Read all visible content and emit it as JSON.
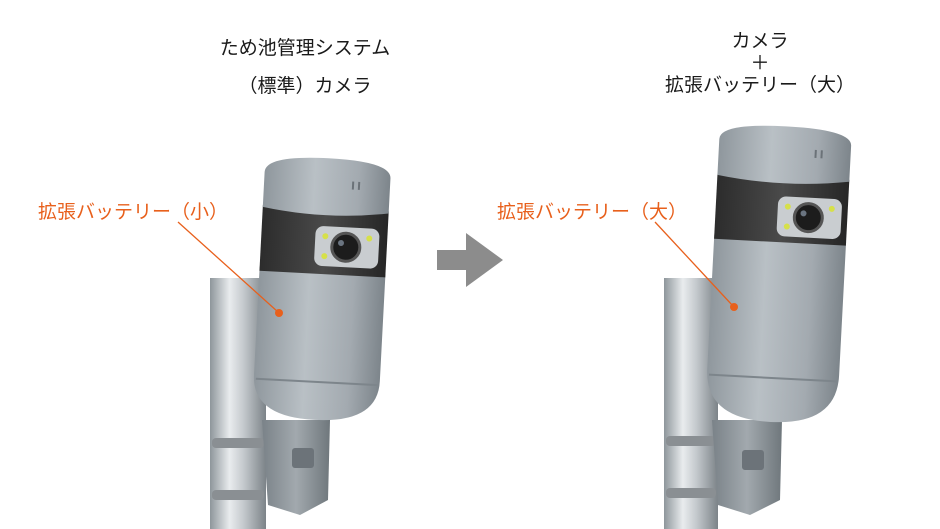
{
  "left": {
    "title_line1": "ため池管理システム",
    "title_line2": "（標準）カメラ",
    "annotation": "拡張バッテリー（小）"
  },
  "right": {
    "title_line1": "カメラ",
    "title_line2": "＋",
    "title_line3": "拡張バッテリー（大）",
    "annotation": "拡張バッテリー（大）"
  },
  "colors": {
    "annotation": "#e8601c",
    "arrow": "#8c8c8c",
    "device_body": "#a9b0b6",
    "camera_band": "#3a3a3a"
  },
  "icons": {
    "transition": "right-arrow-icon"
  }
}
